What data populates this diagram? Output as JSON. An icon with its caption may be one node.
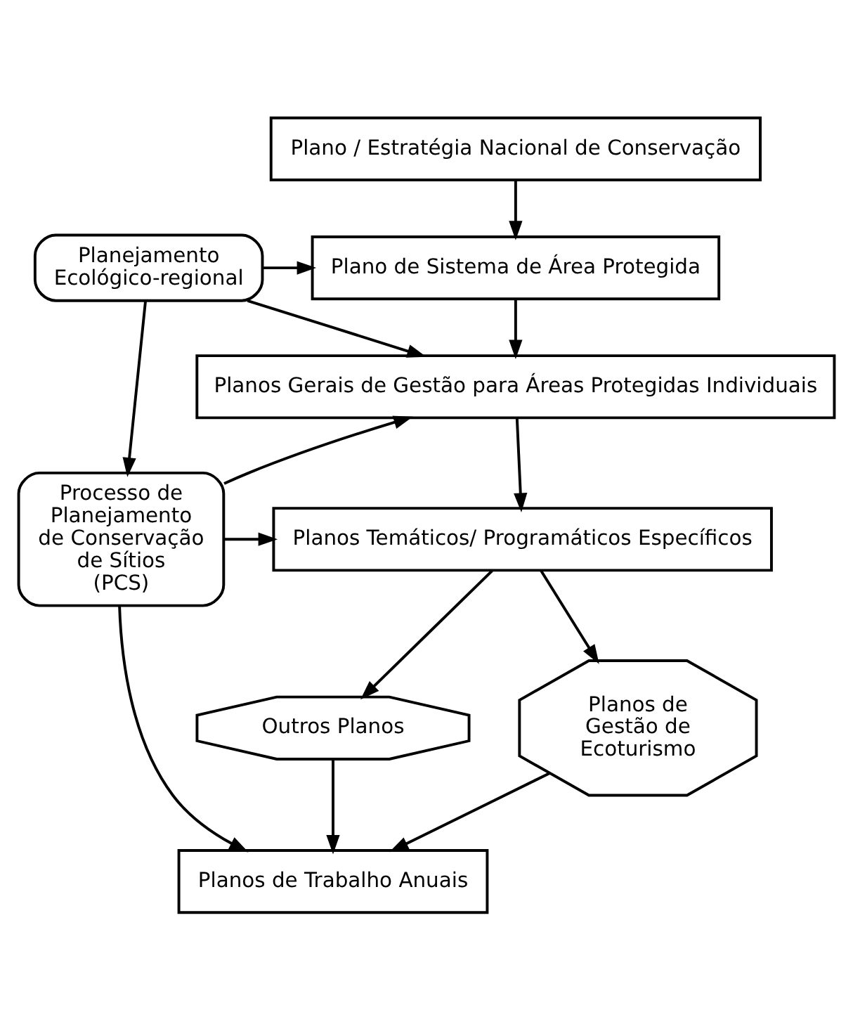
{
  "diagram": {
    "nodes": [
      {
        "text": [
          "Plano / Estratégia Nacional de Conservação"
        ]
      },
      {
        "text": [
          "Planejamento Ecológico-regional"
        ]
      },
      {
        "text": [
          "Plano de Sistema de Área Protegida"
        ]
      },
      {
        "text": [
          "Planos Gerais de Gestão para Áreas Protegidas Individuais"
        ]
      },
      {
        "text": [
          "Processo de Planejamento de Conservação de Sítios (PCS)"
        ]
      },
      {
        "text": [
          "Planos Temáticos/ Programáticos Específicos"
        ]
      },
      {
        "text": [
          "Planos de Gestão de Ecoturismo"
        ]
      },
      {
        "text": [
          "Outros Planos"
        ]
      },
      {
        "text": [
          "Planos de Trabalho Anuais"
        ]
      }
    ],
    "edges": [
      {
        "from": 0,
        "to": 2,
        "arrow": "to"
      },
      {
        "from": 1,
        "to": 2,
        "arrow": "to"
      },
      {
        "from": 1,
        "to": 3,
        "arrow": "to"
      },
      {
        "from": 2,
        "to": 3,
        "arrow": "to"
      },
      {
        "from": 1,
        "to": 4,
        "arrow": "to"
      },
      {
        "from": 3,
        "to": 5,
        "arrow": "to"
      },
      {
        "from": 4,
        "to": 3,
        "arrow": "to"
      },
      {
        "from": 4,
        "to": 5,
        "arrow": "to"
      },
      {
        "from": 4,
        "to": 8,
        "arrow": "to"
      },
      {
        "from": 5,
        "to": 6,
        "arrow": "to"
      },
      {
        "from": 5,
        "to": 7,
        "arrow": "to"
      },
      {
        "from": 6,
        "to": 8,
        "arrow": "to"
      },
      {
        "from": 7,
        "to": 8,
        "arrow": "to"
      }
    ]
  }
}
